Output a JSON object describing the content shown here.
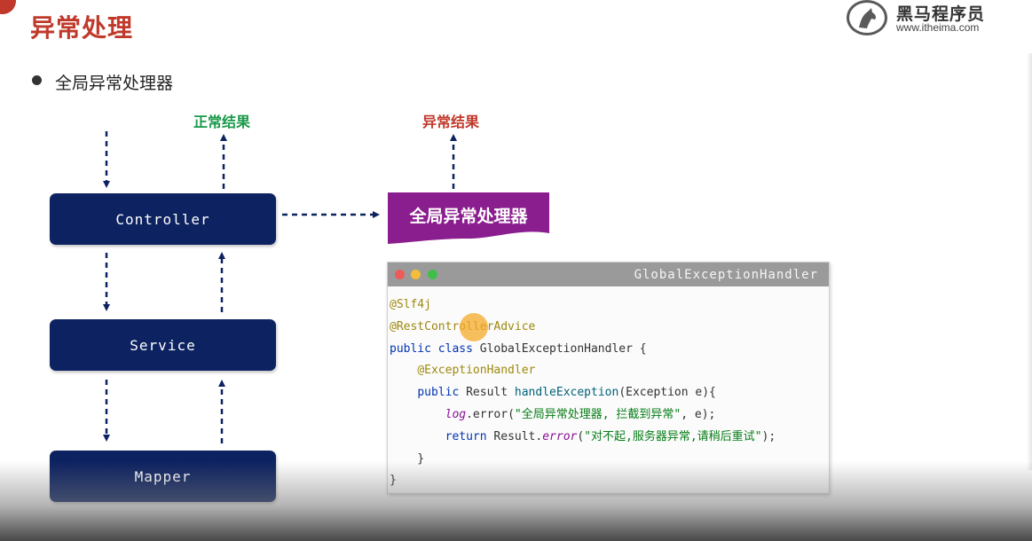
{
  "page": {
    "title": "异常处理",
    "bullet": "全局异常处理器"
  },
  "logo": {
    "name": "黑马程序员",
    "url": "www.itheima.com",
    "icon": "horse-logo-icon"
  },
  "diagram": {
    "labels": {
      "normal_result": "正常结果",
      "exception_result": "异常结果"
    },
    "layers": [
      "Controller",
      "Service",
      "Mapper"
    ],
    "handler_banner": "全局异常处理器",
    "colors": {
      "layer_box": "#0d2260",
      "normal_label": "#1a9a4a",
      "exception_label": "#c0392b",
      "banner": "#8b1e8f"
    }
  },
  "code_window": {
    "title": "GlobalExceptionHandler",
    "lines": [
      [
        {
          "t": "@Slf4j",
          "c": "ann"
        }
      ],
      [
        {
          "t": "@RestControllerAdvice",
          "c": "ann"
        }
      ],
      [
        {
          "t": "public class ",
          "c": "kw"
        },
        {
          "t": "GlobalExceptionHandler {",
          "c": ""
        }
      ],
      [
        {
          "t": "    ",
          "c": ""
        },
        {
          "t": "@ExceptionHandler",
          "c": "ann"
        }
      ],
      [
        {
          "t": "    ",
          "c": ""
        },
        {
          "t": "public ",
          "c": "kw"
        },
        {
          "t": "Result ",
          "c": ""
        },
        {
          "t": "handleException",
          "c": "fn"
        },
        {
          "t": "(Exception e){",
          "c": ""
        }
      ],
      [
        {
          "t": "        ",
          "c": ""
        },
        {
          "t": "log",
          "c": "it"
        },
        {
          "t": ".error(",
          "c": ""
        },
        {
          "t": "\"全局异常处理器, 拦截到异常\"",
          "c": "str"
        },
        {
          "t": ", e);",
          "c": ""
        }
      ],
      [
        {
          "t": "        ",
          "c": ""
        },
        {
          "t": "return ",
          "c": "kw"
        },
        {
          "t": "Result.",
          "c": ""
        },
        {
          "t": "error",
          "c": "it"
        },
        {
          "t": "(",
          "c": ""
        },
        {
          "t": "\"对不起,服务器异常,请稍后重试\"",
          "c": "str"
        },
        {
          "t": ");",
          "c": ""
        }
      ],
      [
        {
          "t": "    }",
          "c": ""
        }
      ],
      [
        {
          "t": "}",
          "c": ""
        }
      ]
    ]
  }
}
